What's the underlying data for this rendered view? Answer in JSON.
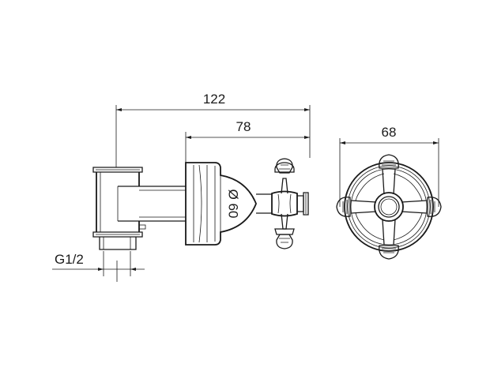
{
  "dimensions": {
    "overall_length": "122",
    "body_length": "78",
    "rosette_diameter": "Ø 60",
    "handle_width": "68",
    "thread_size": "G1/2"
  }
}
